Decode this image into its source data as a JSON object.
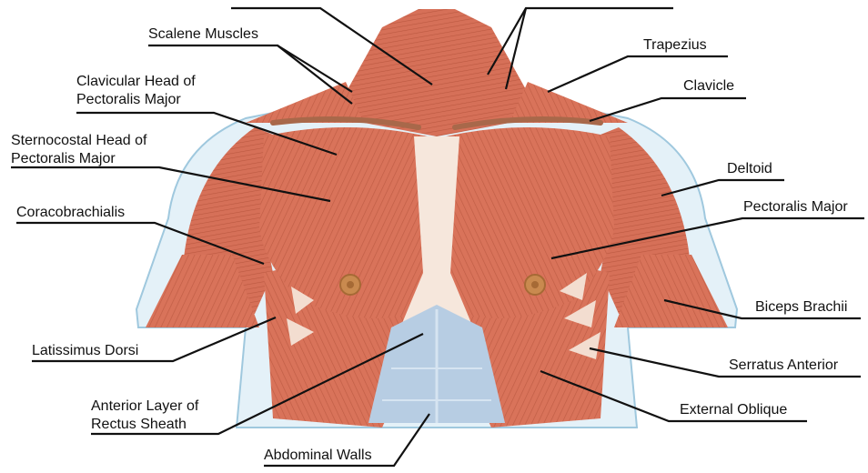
{
  "labels": {
    "scalene_muscles": "Scalene Muscles",
    "clavicular_head": [
      "Clavicular Head of",
      "Pectoralis Major"
    ],
    "sternocostal_head": [
      "Sternocostal Head of",
      "Pectoralis Major"
    ],
    "coracobrachialis": "Coracobrachialis",
    "latissimus_dorsi": "Latissimus Dorsi",
    "anterior_layer": [
      "Anterior Layer of",
      "Rectus Sheath"
    ],
    "abdominal_walls": "Abdominal Walls",
    "trapezius": "Trapezius",
    "clavicle": "Clavicle",
    "deltoid": "Deltoid",
    "pectoralis_major": "Pectoralis Major",
    "biceps_brachii": "Biceps Brachii",
    "serratus_anterior": "Serratus Anterior",
    "external_oblique": "External Oblique"
  },
  "colors": {
    "muscle": "#d9735a",
    "muscle_dark": "#b9533d",
    "muscle_light": "#eda08a",
    "tendon": "#f6e7dc",
    "skin_outline": "#cfe6f2",
    "clavicle": "#a8684a",
    "abdomen": "#b7cde3",
    "nipple": "#c98a4f",
    "leader_line": "#111111"
  }
}
